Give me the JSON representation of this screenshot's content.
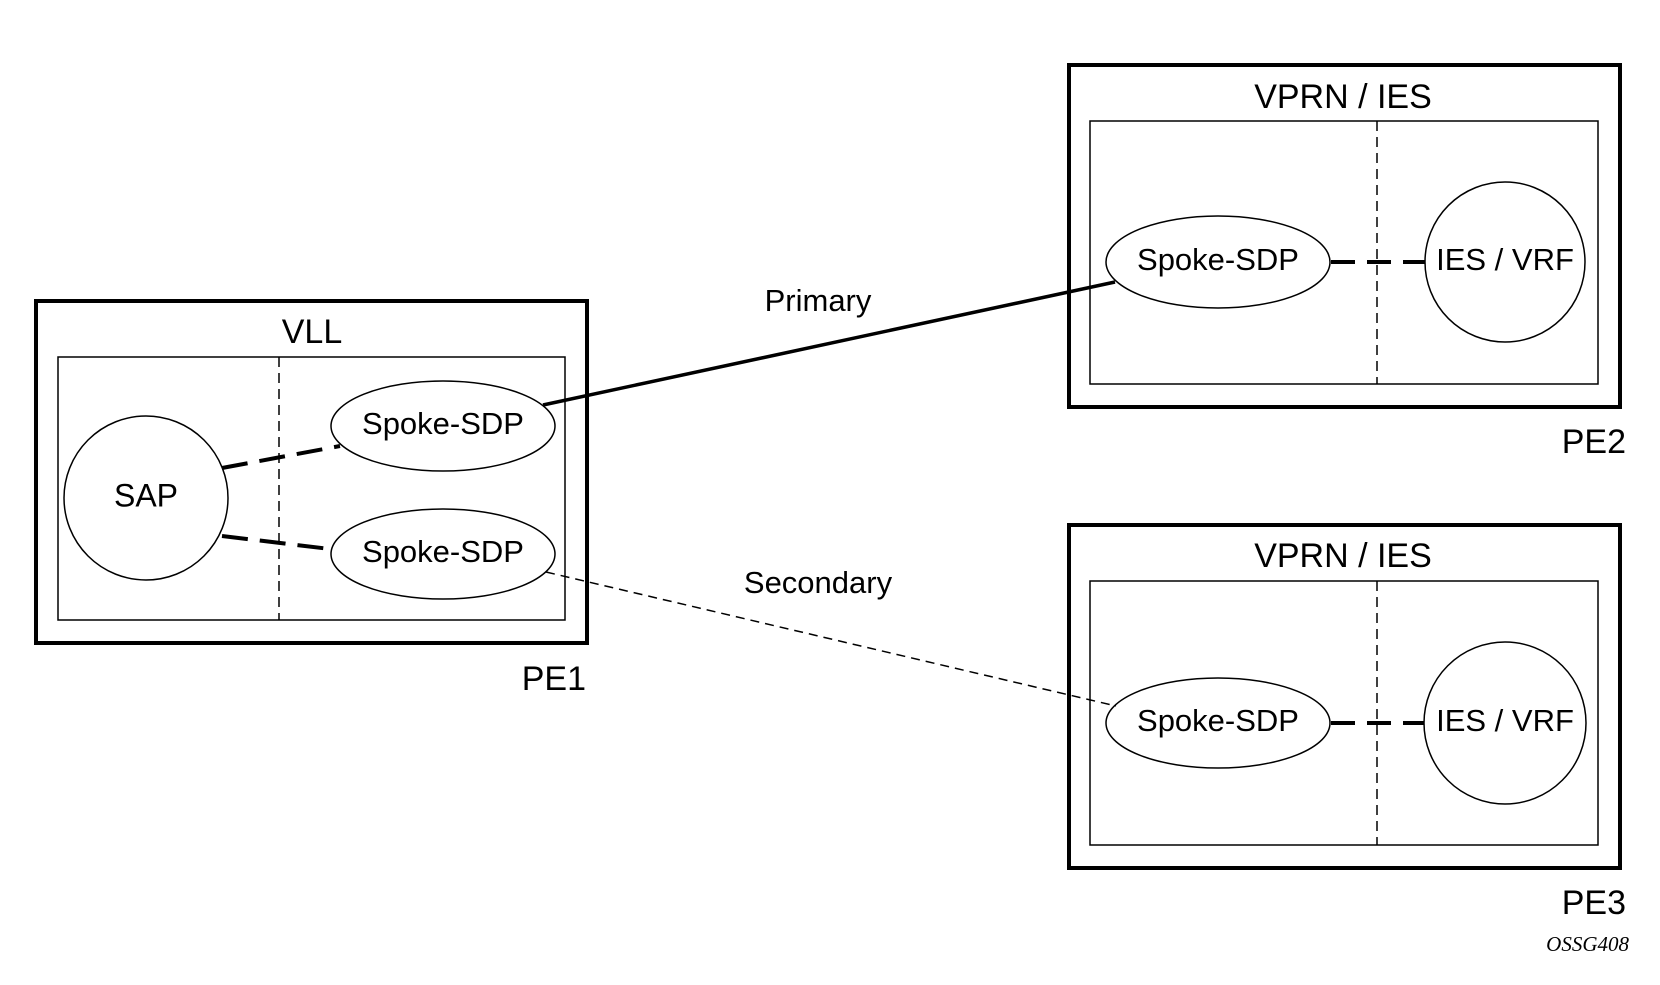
{
  "pe1": {
    "title": "VLL",
    "name": "PE1",
    "sap": "SAP",
    "spoke_primary": "Spoke-SDP",
    "spoke_secondary": "Spoke-SDP"
  },
  "pe2": {
    "title": "VPRN / IES",
    "name": "PE2",
    "spoke": "Spoke-SDP",
    "ies_vrf": "IES / VRF"
  },
  "pe3": {
    "title": "VPRN / IES",
    "name": "PE3",
    "spoke": "Spoke-SDP",
    "ies_vrf": "IES / VRF"
  },
  "links": {
    "primary": "Primary",
    "secondary": "Secondary"
  },
  "figure_id": "OSSG408",
  "colors": {
    "line": "#000000",
    "background": "#ffffff"
  }
}
